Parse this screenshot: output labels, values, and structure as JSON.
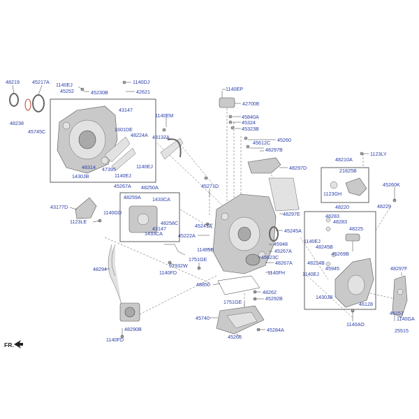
{
  "diagram": {
    "direction_label": "FR.",
    "labels": [
      {
        "id": "l48219",
        "text": "48219"
      },
      {
        "id": "l45217A",
        "text": "45217A"
      },
      {
        "id": "l1140EJ_a",
        "text": "1140EJ"
      },
      {
        "id": "l45252",
        "text": "45252"
      },
      {
        "id": "l45230B",
        "text": "45230B"
      },
      {
        "id": "l1140DJ",
        "text": "1140DJ"
      },
      {
        "id": "l42621",
        "text": "42621"
      },
      {
        "id": "l1140EP",
        "text": "1140EP"
      },
      {
        "id": "l42700E",
        "text": "42700E"
      },
      {
        "id": "l48238",
        "text": "48238"
      },
      {
        "id": "l45745C",
        "text": "45745C"
      },
      {
        "id": "l43147_a",
        "text": "43147"
      },
      {
        "id": "l1601DE",
        "text": "1601DE"
      },
      {
        "id": "l48224A",
        "text": "48224A"
      },
      {
        "id": "l1140EM",
        "text": "1140EM"
      },
      {
        "id": "l43137A",
        "text": "43137A"
      },
      {
        "id": "l48314",
        "text": "48314"
      },
      {
        "id": "l47395",
        "text": "47395"
      },
      {
        "id": "l1140EJ_b",
        "text": "1140EJ"
      },
      {
        "id": "l1430JB_a",
        "text": "1430JB"
      },
      {
        "id": "l1140EJ_c",
        "text": "1140EJ"
      },
      {
        "id": "l45840A",
        "text": "45840A"
      },
      {
        "id": "l45324",
        "text": "45324"
      },
      {
        "id": "l45323B",
        "text": "45323B"
      },
      {
        "id": "l45260",
        "text": "45260"
      },
      {
        "id": "l45612C",
        "text": "45612C"
      },
      {
        "id": "l48297B",
        "text": "48297B"
      },
      {
        "id": "l1123LY",
        "text": "1123LY"
      },
      {
        "id": "l48297D",
        "text": "48297D"
      },
      {
        "id": "l48210A",
        "text": "48210A"
      },
      {
        "id": "l21825B",
        "text": "21825B"
      },
      {
        "id": "l1123GH",
        "text": "1123GH"
      },
      {
        "id": "l45267A_a",
        "text": "45267A"
      },
      {
        "id": "l48250A",
        "text": "48250A"
      },
      {
        "id": "l45271D",
        "text": "45271D"
      },
      {
        "id": "l45260K",
        "text": "45260K"
      },
      {
        "id": "l48229",
        "text": "48229"
      },
      {
        "id": "l43177D",
        "text": "43177D"
      },
      {
        "id": "l48259A",
        "text": "48259A"
      },
      {
        "id": "l1433CA_a",
        "text": "1433CA"
      },
      {
        "id": "l1140GD",
        "text": "1140GD"
      },
      {
        "id": "l48297E",
        "text": "48297E"
      },
      {
        "id": "l48220",
        "text": "48220"
      },
      {
        "id": "l1123LE",
        "text": "1123LE"
      },
      {
        "id": "l48258C",
        "text": "48258C"
      },
      {
        "id": "l43147_b",
        "text": "43147"
      },
      {
        "id": "l1433CA_b",
        "text": "1433CA"
      },
      {
        "id": "l45241A",
        "text": "45241A"
      },
      {
        "id": "l45245A",
        "text": "45245A"
      },
      {
        "id": "l48283_a",
        "text": "48283"
      },
      {
        "id": "l48283_b",
        "text": "48283"
      },
      {
        "id": "l48225",
        "text": "48225"
      },
      {
        "id": "l45222A",
        "text": "45222A"
      },
      {
        "id": "l45948",
        "text": "45948"
      },
      {
        "id": "l1140EJ_d",
        "text": "1140EJ"
      },
      {
        "id": "l48245B",
        "text": "48245B"
      },
      {
        "id": "l11405B",
        "text": "11405B"
      },
      {
        "id": "l45267A_b",
        "text": "45267A"
      },
      {
        "id": "l45269B",
        "text": "45269B"
      },
      {
        "id": "l1751GE_a",
        "text": "1751GE"
      },
      {
        "id": "l45623C",
        "text": "45623C"
      },
      {
        "id": "l48267A",
        "text": "48267A"
      },
      {
        "id": "l48224B",
        "text": "48224B"
      },
      {
        "id": "l48294",
        "text": "48294"
      },
      {
        "id": "l91932W",
        "text": "91932W"
      },
      {
        "id": "l1140FH",
        "text": "1140FH"
      },
      {
        "id": "l45945",
        "text": "45945"
      },
      {
        "id": "l48297F",
        "text": "48297F"
      },
      {
        "id": "l1140FD_a",
        "text": "1140FD"
      },
      {
        "id": "l1140EJ_e",
        "text": "1140EJ"
      },
      {
        "id": "l48850",
        "text": "48850"
      },
      {
        "id": "l48262",
        "text": "48262"
      },
      {
        "id": "l45292B",
        "text": "45292B"
      },
      {
        "id": "l1430JB_b",
        "text": "1430JB"
      },
      {
        "id": "l1751GE_b",
        "text": "1751GE"
      },
      {
        "id": "l46128",
        "text": "46128"
      },
      {
        "id": "l46157",
        "text": "46157"
      },
      {
        "id": "l1140GA",
        "text": "1140GA"
      },
      {
        "id": "l45740",
        "text": "45740"
      },
      {
        "id": "l48290B",
        "text": "48290B"
      },
      {
        "id": "l1140AO",
        "text": "1140AO"
      },
      {
        "id": "l45284A",
        "text": "45284A"
      },
      {
        "id": "l45266",
        "text": "45266"
      },
      {
        "id": "l25515",
        "text": "25515"
      },
      {
        "id": "l1140FD_b",
        "text": "1140FD"
      }
    ]
  }
}
